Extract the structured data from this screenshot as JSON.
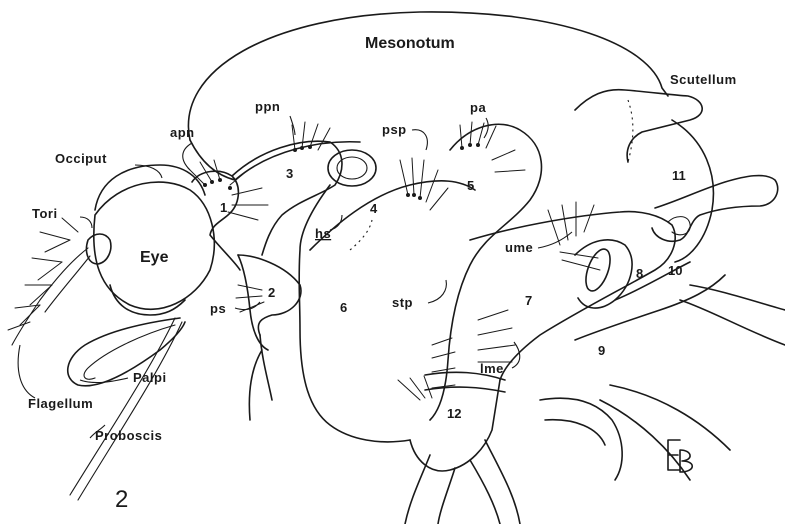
{
  "labels": {
    "mesonotum": "Mesonotum",
    "scutellum": "Scutellum",
    "occiput": "Occiput",
    "apn": "apn",
    "ppn": "ppn",
    "psp": "psp",
    "pa": "pa",
    "tori": "Tori",
    "eye": "Eye",
    "hs": "hs",
    "ps": "ps",
    "stp": "stp",
    "ume": "ume",
    "lme": "lme",
    "palpi": "Palpi",
    "flagellum": "Flagellum",
    "proboscis": "Proboscis"
  },
  "sclerite_numbers": [
    "1",
    "2",
    "3",
    "4",
    "5",
    "6",
    "7",
    "8",
    "9",
    "10",
    "11",
    "12"
  ],
  "figure_number": "2",
  "monogram": "EB"
}
